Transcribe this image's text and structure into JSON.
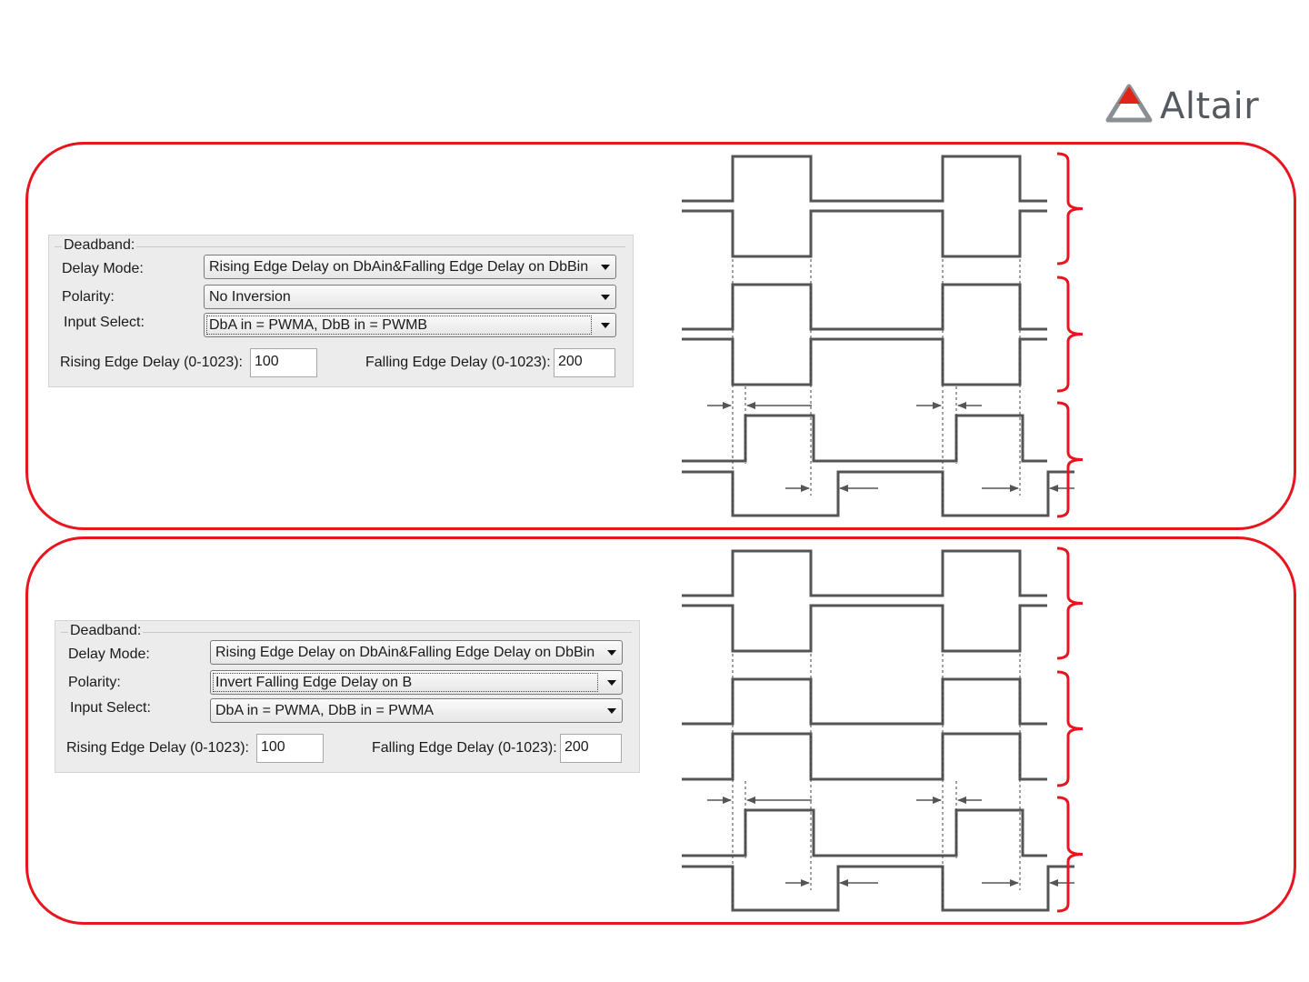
{
  "logo": {
    "text": "Altair",
    "colors": {
      "red": "#e2231a",
      "gray": "#8a8f94"
    }
  },
  "panels": [
    {
      "dialog": {
        "group_title": "Deadband:",
        "delay_mode_label": "Delay Mode:",
        "delay_mode_value": "Rising Edge Delay on DbAin&Falling Edge Delay on DbBin",
        "polarity_label": "Polarity:",
        "polarity_value": "No Inversion",
        "input_select_label": "Input Select:",
        "input_select_value": "DbA in = PWMA, DbB in = PWMB",
        "rising_label": "Rising Edge Delay (0-1023):",
        "rising_value": "100",
        "falling_label": "Falling Edge Delay (0-1023):",
        "falling_value": "200"
      }
    },
    {
      "dialog": {
        "group_title": "Deadband:",
        "delay_mode_label": "Delay Mode:",
        "delay_mode_value": "Rising Edge Delay on DbAin&Falling Edge Delay on DbBin",
        "polarity_label": "Polarity:",
        "polarity_value": "Invert Falling Edge Delay on B",
        "input_select_label": "Input Select:",
        "input_select_value": "DbA in = PWMA, DbB in = PWMA",
        "rising_label": "Rising Edge Delay (0-1023):",
        "rising_value": "100",
        "falling_label": "Falling Edge Delay (0-1023):",
        "falling_value": "200"
      }
    }
  ],
  "colors": {
    "frame": "#e8141e",
    "signal": "#555555",
    "brace": "#e8141e"
  }
}
